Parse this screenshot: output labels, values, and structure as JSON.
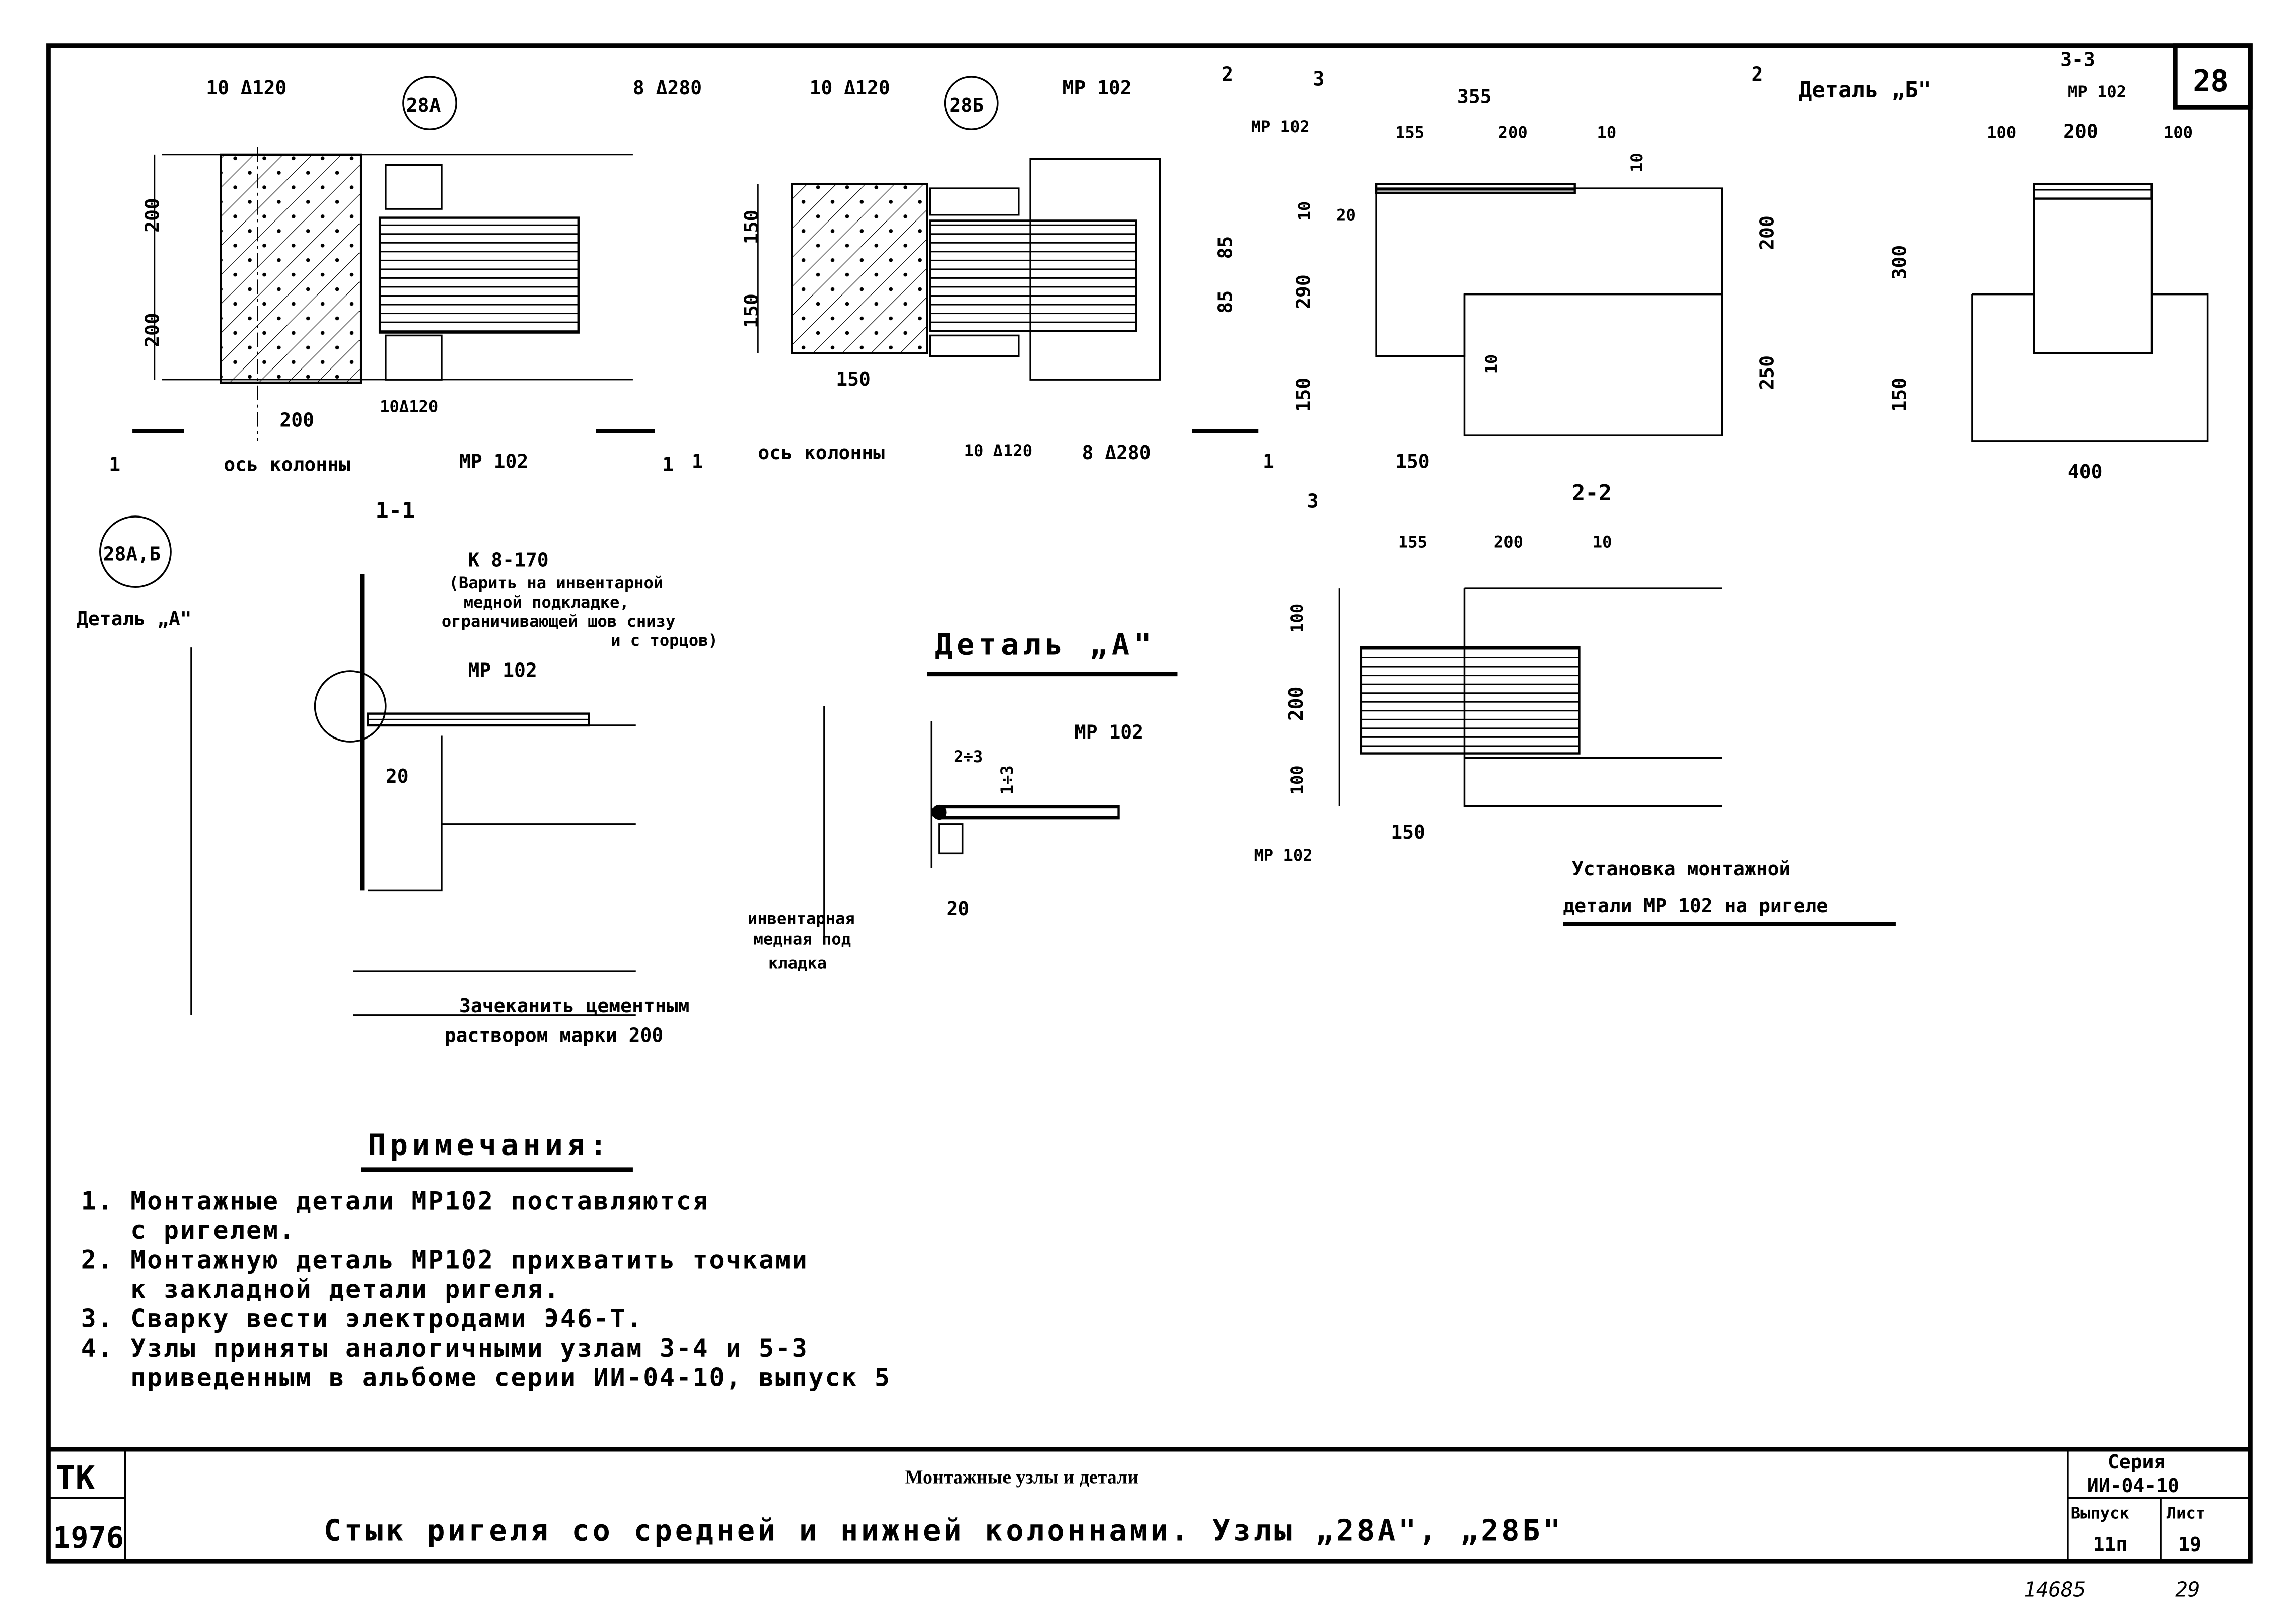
{
  "sheet_number": "28",
  "node_28a": {
    "tag": "28А",
    "rebar_top": "10 Δ120",
    "rebar_right": "8 Δ280",
    "dims_vertical": [
      "200",
      "200"
    ],
    "dim_horizontal": "200",
    "rebar_bottom": "10Δ120",
    "axis_label": "ось колонны",
    "part": "МР 102",
    "section_mark": "1"
  },
  "node_28b": {
    "tag": "28Б",
    "rebar_top": "10 Δ120",
    "part": "МР 102",
    "dims_vertical": [
      "150",
      "150"
    ],
    "dims_right": [
      "85",
      "85"
    ],
    "dim_horizontal": "150",
    "axis_label": "ось колонны",
    "rebar_bottom": "10 Δ120",
    "rebar_right": "8 Δ280",
    "section_mark": "1"
  },
  "detail_b": {
    "title": "Деталь „Б\"",
    "section_marks": [
      "2",
      "2",
      "3",
      "3"
    ],
    "part": "МР 102",
    "dims_top": [
      "355",
      "155",
      "200",
      "10"
    ],
    "dims_left": [
      "10",
      "290",
      "150"
    ],
    "dims_right": [
      "200",
      "250"
    ],
    "dim_small": [
      "20",
      "10",
      "10"
    ],
    "dim_bottom": "150"
  },
  "section_3_3": {
    "title": "3-3",
    "part": "МР 102",
    "dims_top": [
      "100",
      "200",
      "100"
    ],
    "dims_left": [
      "300",
      "150"
    ],
    "dim_bottom": "400"
  },
  "section_1_1": {
    "title": "1-1",
    "tag": "28А,Б",
    "detail_label": "Деталь „А\"",
    "weld": "К 8-170",
    "weld_note": [
      "(Варить на инвентарной",
      "медной подкладке,",
      "ограничивающей шов снизу",
      "и с торцов)"
    ],
    "part": "МР 102",
    "dim": "20",
    "grout_note": [
      "Зачеканить цементным",
      "раствором марки 200"
    ]
  },
  "detail_a": {
    "title": "Деталь „А\"",
    "part": "МР 102",
    "dims": [
      "2÷3",
      "1÷3",
      "20"
    ],
    "pad_note": [
      "инвентарная",
      "медная под",
      "кладка"
    ]
  },
  "section_2_2": {
    "title": "2-2",
    "dims_top": [
      "155",
      "200",
      "10"
    ],
    "dims_left": [
      "100",
      "200",
      "100"
    ],
    "dim_bottom": "150",
    "part": "МР 102",
    "caption": [
      "Установка монтажной",
      "детали МР 102 на ригеле"
    ]
  },
  "notes": {
    "title": "Примечания:",
    "items": [
      "1. Монтажные детали МР102 поставляются",
      "   с ригелем.",
      "2. Монтажную деталь МР102 прихватить точками",
      "   к закладной детали ригеля.",
      "3. Сварку вести электродами Э46-Т.",
      "4. Узлы приняты аналогичными узлам 3-4 и 5-3",
      "   приведенным в альбоме серии ИИ-04-10, выпуск 5"
    ]
  },
  "title_block": {
    "org": "ТК",
    "year": "1976",
    "subtitle": "Монтажные узлы и детали",
    "title": "Стык ригеля со средней и нижней колоннами. Узлы „28А\", „28Б\"",
    "series_label": "Серия",
    "series": "ИИ-04-10",
    "issue_label": "Выпуск",
    "issue": "11п",
    "sheet_label": "Лист",
    "sheet": "19"
  },
  "footer": {
    "inventory": "14685",
    "page": "29"
  }
}
